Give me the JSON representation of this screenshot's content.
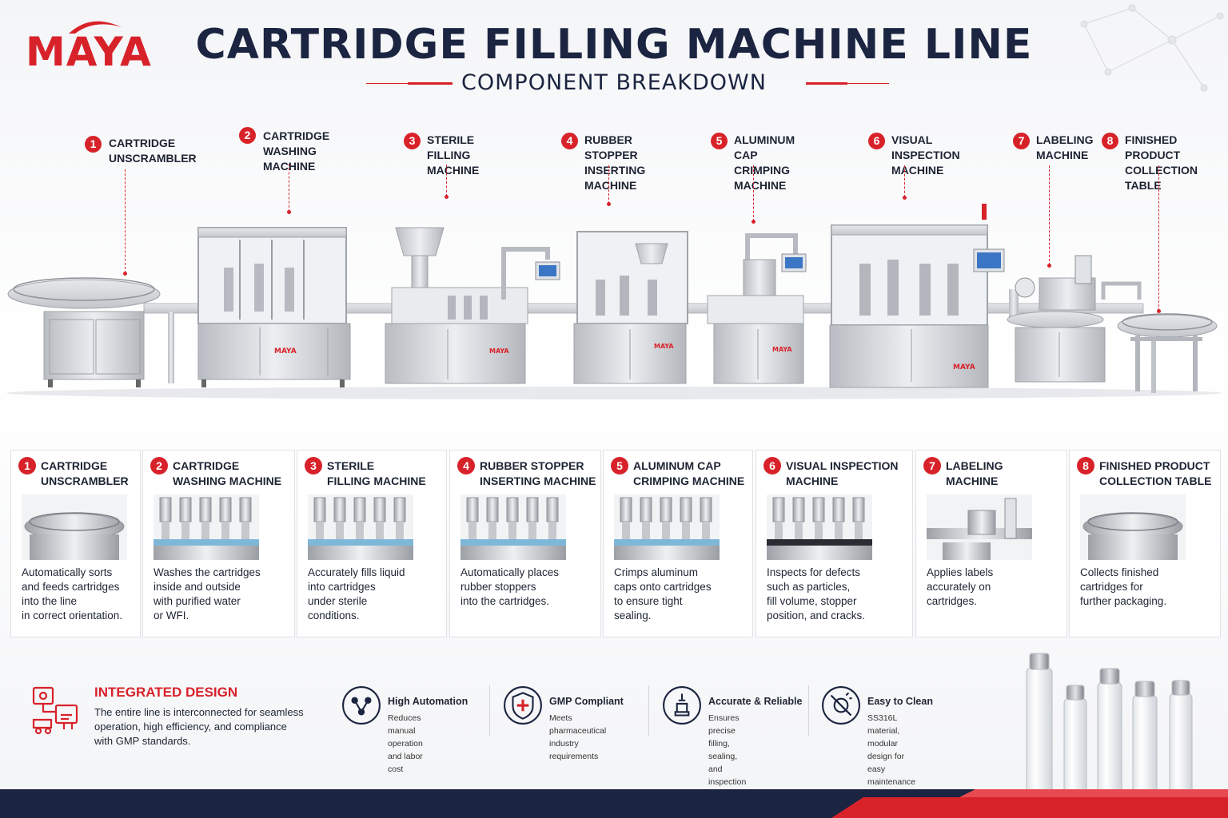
{
  "brand": {
    "logo_text": "MAYA",
    "machine_badge": "MAYA"
  },
  "header": {
    "title": "CARTRIDGE FILLING MACHINE LINE",
    "subtitle": "COMPONENT BREAKDOWN"
  },
  "colors": {
    "accent": "#d8222a",
    "navy": "#1b2440",
    "steel": "#c9ccd1"
  },
  "stations": [
    {
      "number": "1",
      "label": "CARTRIDGE\nUNSCRAMBLER",
      "description": "Automatically sorts\nand feeds cartridges\ninto the line\nin correct orientation.",
      "icon": "unscrambler-photo"
    },
    {
      "number": "2",
      "label": "CARTRIDGE\nWASHING MACHINE",
      "description": "Washes the cartridges\ninside and outside\nwith purified water\nor WFI.",
      "icon": "washing-photo"
    },
    {
      "number": "3",
      "label": "STERILE\nFILLING MACHINE",
      "description": "Accurately fills liquid\ninto cartridges\nunder sterile\nconditions.",
      "icon": "filling-photo"
    },
    {
      "number": "4",
      "label": "RUBBER STOPPER\nINSERTING MACHINE",
      "description": "Automatically places\nrubber stoppers\ninto the cartridges.",
      "icon": "stopper-photo"
    },
    {
      "number": "5",
      "label": "ALUMINUM CAP\nCRIMPING MACHINE",
      "description": "Crimps aluminum\ncaps onto cartridges\nto ensure tight\nsealing.",
      "icon": "crimping-photo"
    },
    {
      "number": "6",
      "label": "VISUAL INSPECTION\nMACHINE",
      "description": "Inspects for defects\nsuch as particles,\nfill volume, stopper\nposition, and cracks.",
      "icon": "inspection-photo"
    },
    {
      "number": "7",
      "label": "LABELING\nMACHINE",
      "description": "Applies labels\naccurately on\ncartridges.",
      "icon": "labeling-photo"
    },
    {
      "number": "8",
      "label": "FINISHED PRODUCT\nCOLLECTION TABLE",
      "description": "Collects finished\ncartridges for\nfurther packaging.",
      "icon": "collection-photo"
    }
  ],
  "integrated": {
    "title": "INTEGRATED DESIGN",
    "description": "The entire line is interconnected for seamless\noperation, high efficiency, and compliance\nwith GMP standards.",
    "icon": "line-flow-icon"
  },
  "features": [
    {
      "title": "High Automation",
      "description": "Reduces manual\noperation and labor cost",
      "icon": "automation-icon"
    },
    {
      "title": "GMP Compliant",
      "description": "Meets pharmaceutical\nindustry requirements",
      "icon": "shield-icon"
    },
    {
      "title": "Accurate & Reliable",
      "description": "Ensures precise filling,\nsealing, and inspection",
      "icon": "precision-icon"
    },
    {
      "title": "Easy to Clean",
      "description": "SS316L material, modular\ndesign for easy maintenance",
      "icon": "clean-icon"
    }
  ]
}
